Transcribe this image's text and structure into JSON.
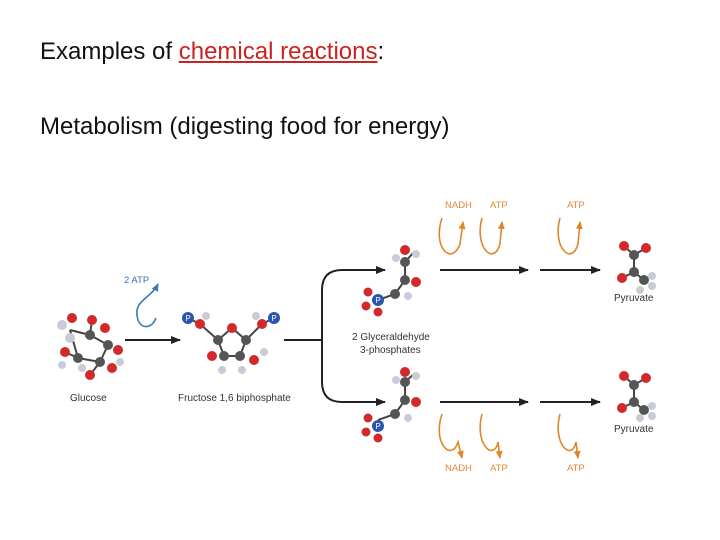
{
  "heading": {
    "prefix": "Examples of ",
    "link_text": "chemical reactions",
    "suffix": ":"
  },
  "subheading": "Metabolism (digesting food for energy)",
  "diagram": {
    "cofactor_input": "2 ATP",
    "cofactor_top": [
      "NADH",
      "ATP",
      "ATP"
    ],
    "cofactor_bottom": [
      "NADH",
      "ATP",
      "ATP"
    ],
    "molecules": {
      "glucose": "Glucose",
      "fructose": "Fructose 1,6 biphosphate",
      "g3p_line1": "2 Glyceraldehyde",
      "g3p_line2": "3-phosphates",
      "pyruvate_top": "Pyruvate",
      "pyruvate_bottom": "Pyruvate"
    },
    "phosphate_symbol": "P"
  },
  "colors": {
    "text": "#111111",
    "link": "#cc2222",
    "cofactor_label": "#e2883a",
    "atp_input_label": "#3a72b0",
    "curve_orange": "#e0862a",
    "curve_blue": "#3a7ab8",
    "arrow": "#222222",
    "atom_red": "#d22a2a",
    "atom_gray": "#555555",
    "atom_light": "#c8ccd8",
    "atom_blue": "#2a56b0"
  }
}
